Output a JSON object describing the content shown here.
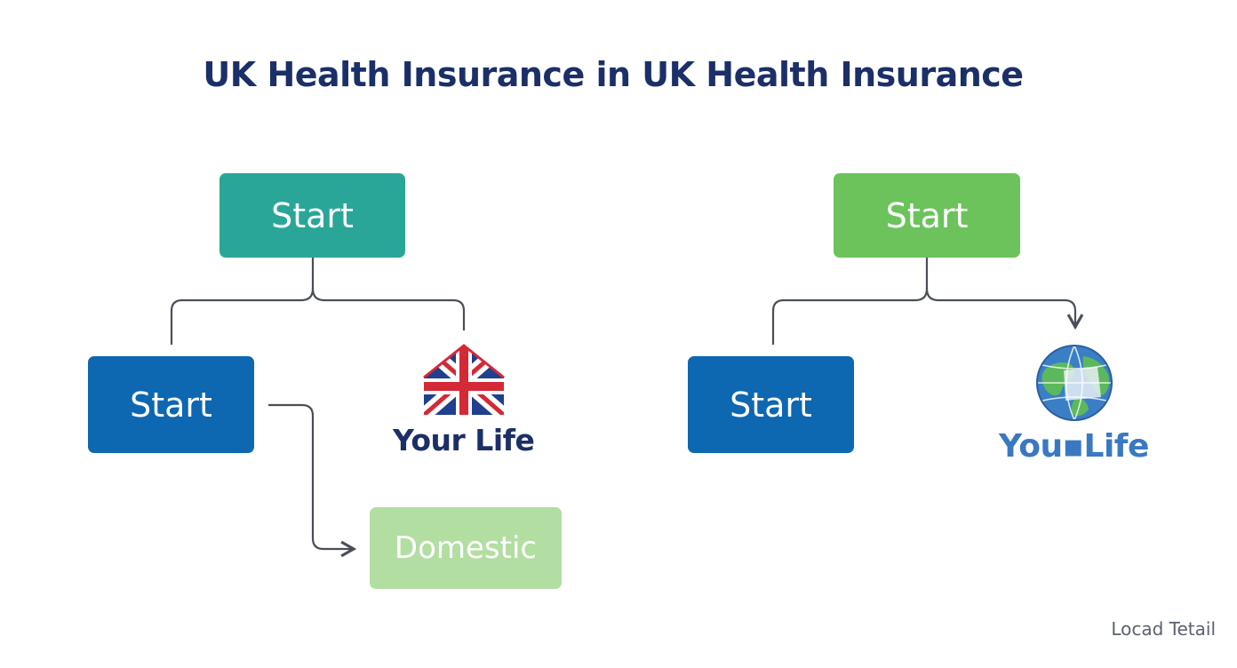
{
  "title": "UK Health Insurance in UK Health Insurance",
  "left_flow": {
    "top_node": "Start",
    "mid_node": "Start",
    "bottom_node": "Domestic",
    "logo_text": "Your Life",
    "logo_icon": "union-jack-house-icon"
  },
  "right_flow": {
    "top_node": "Start",
    "mid_node": "Start",
    "logo_text": "You▪Life",
    "logo_icon": "globe-icon"
  },
  "watermark": "Locad Tetail",
  "colors": {
    "title": "#1b2f68",
    "teal": "#2aa699",
    "blue": "#0d67b1",
    "light_green": "#b3dea2",
    "green": "#6cc35c",
    "connector": "#4a4f57"
  }
}
